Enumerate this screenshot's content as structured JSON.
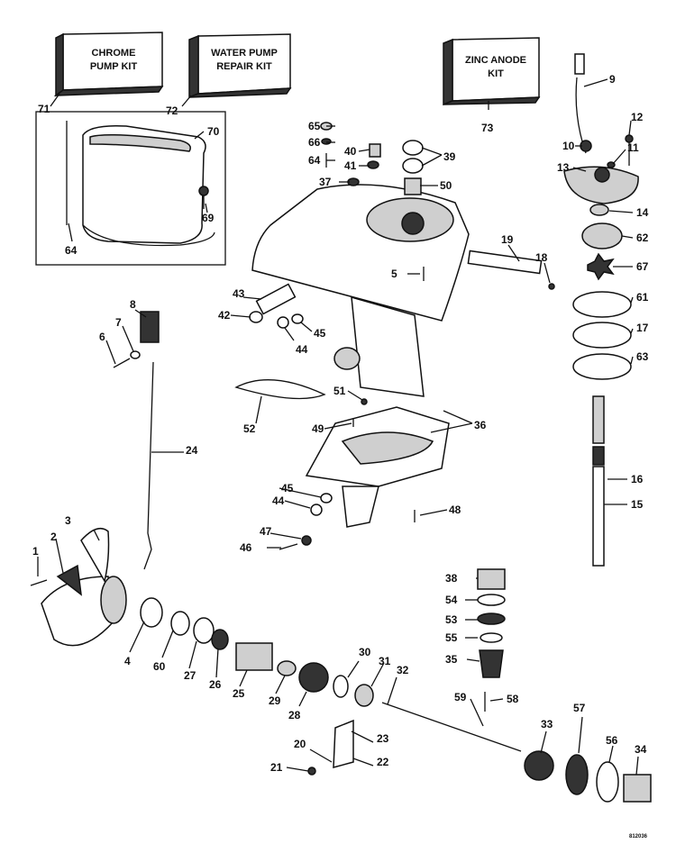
{
  "kits": [
    {
      "id": "chrome",
      "line1": "CHROME",
      "line2": "PUMP KIT",
      "number": "71"
    },
    {
      "id": "waterpump",
      "line1": "WATER PUMP",
      "line2": "REPAIR KIT",
      "number": "72"
    },
    {
      "id": "zinc",
      "line1": "ZINC ANODE",
      "line2": "KIT",
      "number": "73"
    }
  ],
  "callouts": [
    {
      "n": "1"
    },
    {
      "n": "2"
    },
    {
      "n": "3"
    },
    {
      "n": "4"
    },
    {
      "n": "5"
    },
    {
      "n": "6"
    },
    {
      "n": "7"
    },
    {
      "n": "8"
    },
    {
      "n": "9"
    },
    {
      "n": "10"
    },
    {
      "n": "11"
    },
    {
      "n": "12"
    },
    {
      "n": "13"
    },
    {
      "n": "14"
    },
    {
      "n": "15"
    },
    {
      "n": "16"
    },
    {
      "n": "17"
    },
    {
      "n": "18"
    },
    {
      "n": "19"
    },
    {
      "n": "20"
    },
    {
      "n": "21"
    },
    {
      "n": "22"
    },
    {
      "n": "23"
    },
    {
      "n": "24"
    },
    {
      "n": "25"
    },
    {
      "n": "26"
    },
    {
      "n": "27"
    },
    {
      "n": "28"
    },
    {
      "n": "29"
    },
    {
      "n": "30"
    },
    {
      "n": "31"
    },
    {
      "n": "32"
    },
    {
      "n": "33"
    },
    {
      "n": "34"
    },
    {
      "n": "35"
    },
    {
      "n": "36"
    },
    {
      "n": "37"
    },
    {
      "n": "38"
    },
    {
      "n": "39"
    },
    {
      "n": "40"
    },
    {
      "n": "41"
    },
    {
      "n": "42"
    },
    {
      "n": "43"
    },
    {
      "n": "44"
    },
    {
      "n": "44"
    },
    {
      "n": "45"
    },
    {
      "n": "45"
    },
    {
      "n": "46"
    },
    {
      "n": "47"
    },
    {
      "n": "48"
    },
    {
      "n": "49"
    },
    {
      "n": "50"
    },
    {
      "n": "51"
    },
    {
      "n": "52"
    },
    {
      "n": "53"
    },
    {
      "n": "54"
    },
    {
      "n": "55"
    },
    {
      "n": "56"
    },
    {
      "n": "57"
    },
    {
      "n": "58"
    },
    {
      "n": "59"
    },
    {
      "n": "60"
    },
    {
      "n": "61"
    },
    {
      "n": "62"
    },
    {
      "n": "63"
    },
    {
      "n": "64"
    },
    {
      "n": "64"
    },
    {
      "n": "65"
    },
    {
      "n": "66"
    },
    {
      "n": "67"
    },
    {
      "n": "69"
    },
    {
      "n": "70"
    }
  ],
  "drawing_code": "812036"
}
